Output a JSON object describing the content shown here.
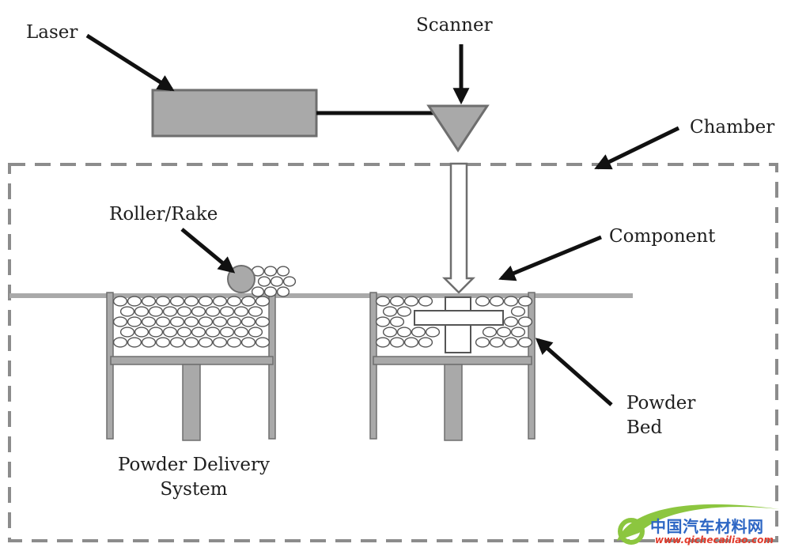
{
  "labels": {
    "laser": "Laser",
    "scanner": "Scanner",
    "chamber": "Chamber",
    "roller": "Roller/Rake",
    "component": "Component",
    "powder_bed_line1": "Powder",
    "powder_bed_line2": "Bed",
    "delivery_line1": "Powder Delivery",
    "delivery_line2": "System"
  },
  "watermark": {
    "cn": "中国汽车材料网",
    "en": "www.qichecailiao.com"
  },
  "colors": {
    "outline": "#6e6e6e",
    "fill_gray": "#a9a9a9",
    "arrow": "#111111",
    "dash": "#8c8c8c",
    "watermark_green": "#8cc63f",
    "watermark_blue": "#2d66c4",
    "watermark_red": "#e23b2c"
  }
}
